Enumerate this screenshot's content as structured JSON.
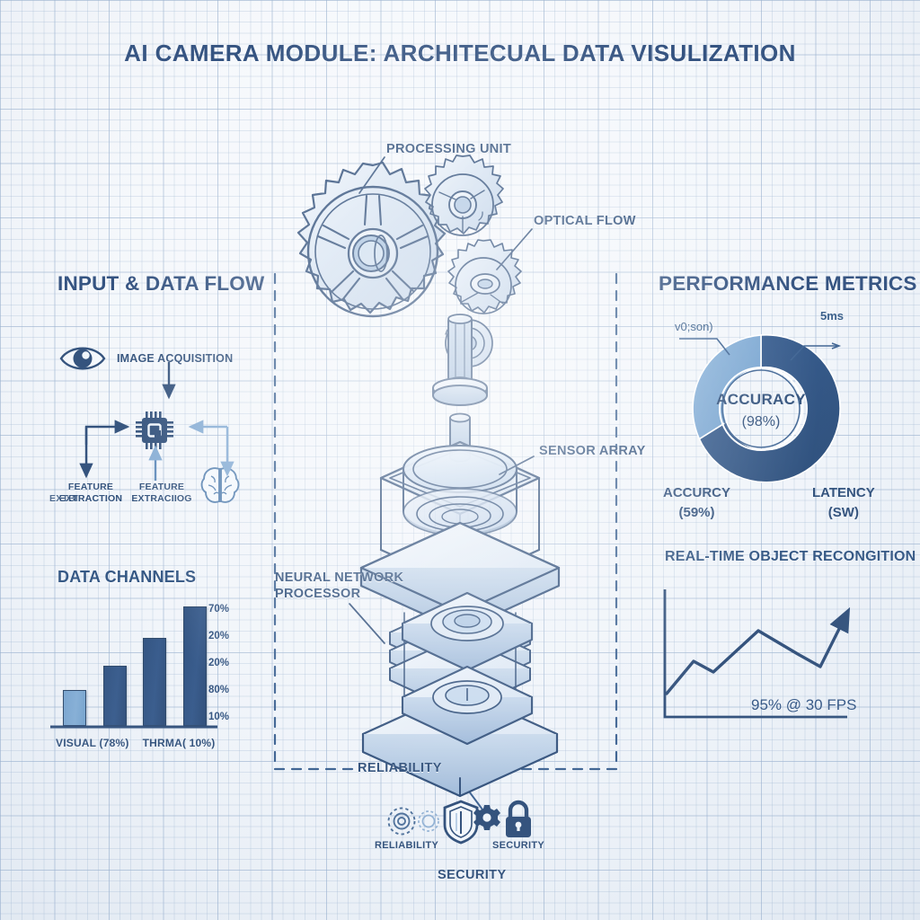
{
  "title": "AI CAMERA MODULE: ARCHITECUAL DATA VISULIZATION",
  "colors": {
    "ink": "#1c3f6e",
    "navy": "#1d3f72",
    "dark_fill": "#1c4174",
    "light_fill": "#6c9ccb",
    "paper": "#f4f7fa",
    "grid": "#c3d0e2"
  },
  "left_panel": {
    "heading": "INPUT & DATA FLOW",
    "flow": {
      "eye_icon": "eye-icon",
      "chip_icon": "chip-icon",
      "brain_icon": "brain-icon",
      "image_acquisition_label": "IMAGE ACQUISITION",
      "feature_label_a_line1": "FEATURE",
      "feature_label_a_line2": "EXTRACTION",
      "feature_label_a_overlay": "EXTBIRACTION",
      "feature_label_b_line1": "FEATURE",
      "feature_label_b_line2": "EXTRACIIOG"
    },
    "bar_section_heading": "DATA CHANNELS"
  },
  "right_panel": {
    "heading": "PERFORMANCE METRICS",
    "donut": {
      "center_line1": "ACCURACY",
      "center_line2": "(98%)",
      "callout_left": "v0;son)",
      "callout_right": "5ms",
      "legend_left_line1": "ACCURCY",
      "legend_left_line2": "(59%)",
      "legend_right_line1": "LATENCY",
      "legend_right_line2": "(SW)"
    },
    "line_section_heading": "REAL-TIME OBJECT RECONGITION",
    "line_annotation": "95% @ 30 FPS"
  },
  "center": {
    "callouts": {
      "processing_unit": "PROCESSING UNIT",
      "optical_flow": "OPTICAL FLOW",
      "sensor_array": "SENSOR ARRAY",
      "neural_network_line1": "NEURAL NETWORK",
      "neural_network_line2": "PROCESSOR"
    }
  },
  "bottom": {
    "reliability_tag": "RELIABILITY",
    "reliability_icon_label": "RELIABILITY",
    "security_icon_label": "SECURITY",
    "security_tag": "SECURITY",
    "icons": [
      "gear-icon",
      "gear-small-icon",
      "shield-icon",
      "cog-icon",
      "lock-icon"
    ]
  },
  "chart_data": [
    {
      "type": "bar",
      "title": "DATA CHANNELS",
      "categories": [
        "VISUAL (78%)",
        "THRMA( 10%)",
        "",
        ""
      ],
      "values": [
        27,
        45,
        66,
        90
      ],
      "ylabel": "",
      "xlabel": "",
      "ylim": [
        0,
        100
      ],
      "ytick_labels": [
        "70%",
        "20%",
        "20%",
        "80%",
        "10%"
      ],
      "bar_colors": [
        "#6c9ccb",
        "#1c4174",
        "#1c4174",
        "#1c4174"
      ],
      "grid": false,
      "legend": "none"
    },
    {
      "type": "pie",
      "title": "PERFORMANCE METRICS",
      "subtitle": "ACCURACY (98%)",
      "labels": [
        "ACCURCY (59%)",
        "LATENCY (SW)"
      ],
      "values": [
        26,
        74
      ],
      "colors": [
        "#6f9fcd",
        "#1c4174"
      ],
      "annotations": [
        "v0;son)",
        "5ms"
      ],
      "legend": "outside"
    },
    {
      "type": "line",
      "title": "REAL-TIME OBJECT RECONGITION",
      "x": [
        0,
        1,
        2,
        3,
        4,
        5,
        6
      ],
      "values": [
        8,
        34,
        26,
        62,
        52,
        40,
        78
      ],
      "annotation": "95% @ 30 FPS",
      "xlabel": "",
      "ylabel": "",
      "grid": false,
      "legend": "none"
    }
  ]
}
